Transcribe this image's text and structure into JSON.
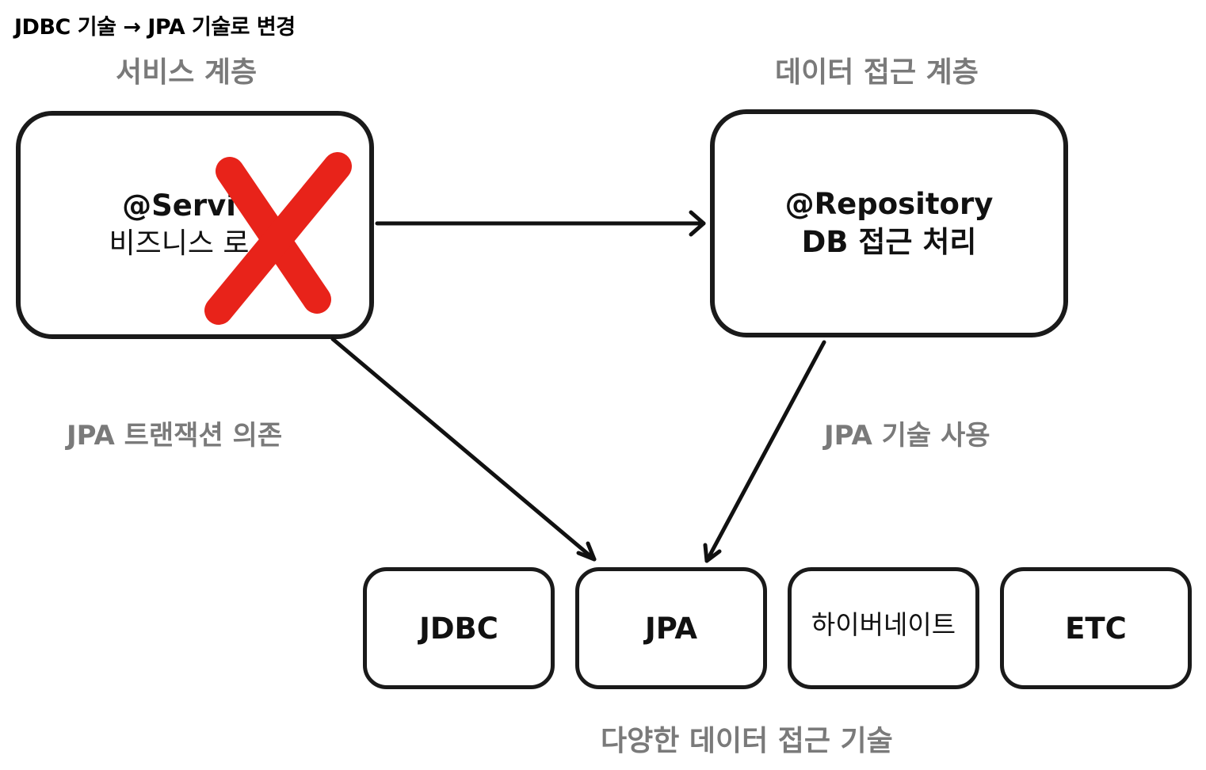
{
  "title": "JDBC 기술 → JPA 기술로 변경",
  "layers": {
    "service_layer": "서비스 계층",
    "data_access_layer": "데이터 접근 계층"
  },
  "service_box": {
    "line1": "@Servi",
    "line2": "비즈니스 로"
  },
  "repository_box": {
    "line1": "@Repository",
    "line2": "DB 접근 처리"
  },
  "edge_labels": {
    "service_to_tech": "JPA 트랜잭션 의존",
    "repository_to_tech": "JPA 기술 사용"
  },
  "technologies": [
    "JDBC",
    "JPA",
    "하이버네이트",
    "ETC"
  ],
  "technologies_caption": "다양한 데이터 접근 기술",
  "colors": {
    "cross_mark": "#e8231a",
    "label_gray": "#7a7a7a",
    "stroke": "#1a1a1a"
  }
}
